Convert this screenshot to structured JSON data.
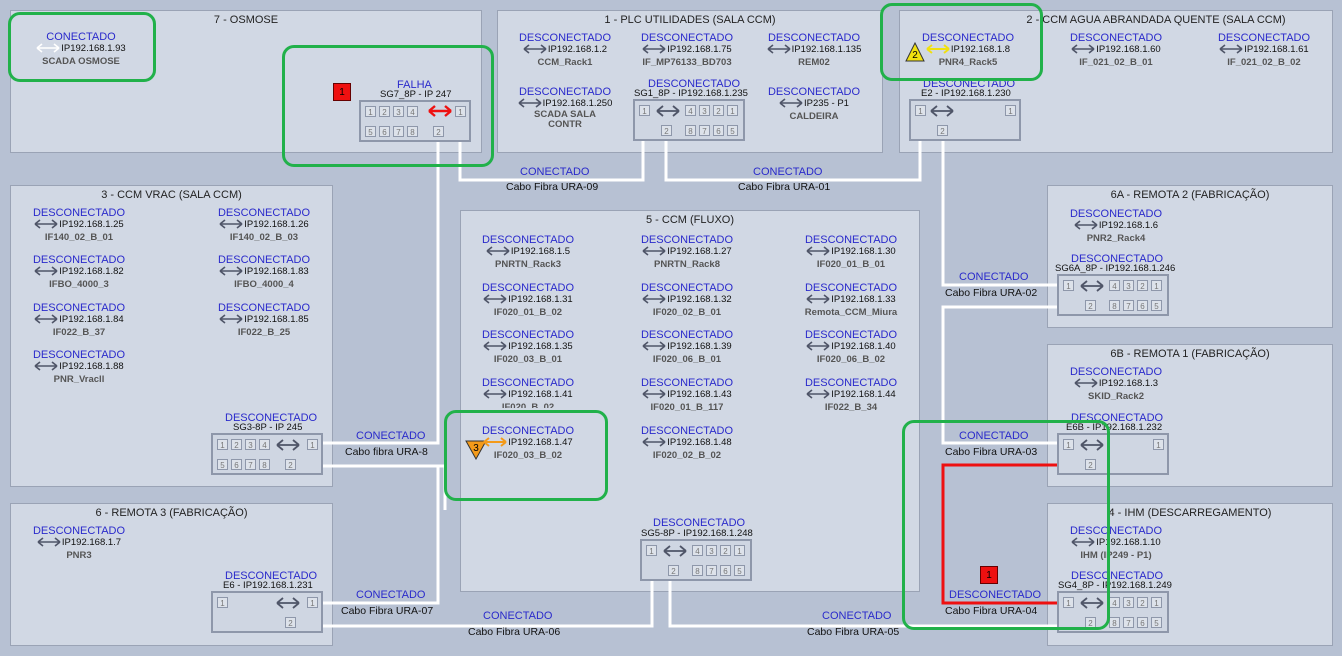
{
  "panels": {
    "osmose": "7 - OSMOSE",
    "plc": "1 - PLC UTILIDADES (SALA CCM)",
    "ccm_agua": "2 - CCM AGUA ABRANDADA QUENTE (SALA CCM)",
    "vrac": "3 - CCM VRAC (SALA CCM)",
    "fluxo": "5 - CCM (FLUXO)",
    "remota2": "6A - REMOTA 2 (FABRICAÇÃO)",
    "remota1": "6B - REMOTA 1 (FABRICAÇÃO)",
    "remota3": "6 - REMOTA 3 (FABRICAÇÃO)",
    "ihm": "4 - IHM (DESCARREGAMENTO)"
  },
  "status": {
    "on": "CONECTADO",
    "off": "DESCONECTADO",
    "fail": "FALHA"
  },
  "devices": {
    "scada": {
      "ip": "IP192.168.1.93",
      "name": "SCADA OSMOSE"
    },
    "ccm_rack1": {
      "ip": "IP192.168.1.2",
      "name": "CCM_Rack1"
    },
    "if_mp": {
      "ip": "IP192.168.1.75",
      "name": "IF_MP76133_BD703"
    },
    "rem02": {
      "ip": "IP192.168.1.135",
      "name": "REM02"
    },
    "scada_sala": {
      "ip": "IP192.168.1.250",
      "name": "SCADA SALA CONTR"
    },
    "caldeira": {
      "ip": "IP235 - P1",
      "name": "CALDEIRA"
    },
    "pnr4": {
      "ip": "IP192.168.1.8",
      "name": "PNR4_Rack5"
    },
    "if021_01": {
      "ip": "IP192.168.1.60",
      "name": "IF_021_02_B_01"
    },
    "if021_02": {
      "ip": "IP192.168.1.61",
      "name": "IF_021_02_B_02"
    },
    "if140_01": {
      "ip": "IP192.168.1.25",
      "name": "IF140_02_B_01"
    },
    "if140_03": {
      "ip": "IP192.168.1.26",
      "name": "IF140_02_B_03"
    },
    "ifbo3": {
      "ip": "IP192.168.1.82",
      "name": "IFBO_4000_3"
    },
    "ifbo4": {
      "ip": "IP192.168.1.83",
      "name": "IFBO_4000_4"
    },
    "if022_37": {
      "ip": "IP192.168.1.84",
      "name": "IF022_B_37"
    },
    "if022_25": {
      "ip": "IP192.168.1.85",
      "name": "IF022_B_25"
    },
    "pnr_vracll": {
      "ip": "IP192.168.1.88",
      "name": "PNR_Vracll"
    },
    "pnrtn3": {
      "ip": "IP192.168.1.5",
      "name": "PNRTN_Rack3"
    },
    "pnrtn8": {
      "ip": "IP192.168.1.27",
      "name": "PNRTN_Rack8"
    },
    "if020_01_b01": {
      "ip": "IP192.168.1.30",
      "name": "IF020_01_B_01"
    },
    "if020_01_b02": {
      "ip": "IP192.168.1.31",
      "name": "IF020_01_B_02"
    },
    "if020_02_b01": {
      "ip": "IP192.168.1.32",
      "name": "IF020_02_B_01"
    },
    "remota_miura": {
      "ip": "IP192.168.1.33",
      "name": "Remota_CCM_Miura"
    },
    "if020_03_b01": {
      "ip": "IP192.168.1.35",
      "name": "IF020_03_B_01"
    },
    "if020_06_b01": {
      "ip": "IP192.168.1.39",
      "name": "IF020_06_B_01"
    },
    "if020_06_b02": {
      "ip": "IP192.168.1.40",
      "name": "IF020_06_B_02"
    },
    "if020_hidden": {
      "ip": "IP192.168.1.41",
      "name": "IF020_B_02"
    },
    "if020_01_117": {
      "ip": "IP192.168.1.43",
      "name": "IF020_01_B_117"
    },
    "if022_34": {
      "ip": "IP192.168.1.44",
      "name": "IF022_B_34"
    },
    "if020_03_b02": {
      "ip": "IP192.168.1.47",
      "name": "IF020_03_B_02"
    },
    "if020_02_b02": {
      "ip": "IP192.168.1.48",
      "name": "IF020_02_B_02"
    },
    "pnr2": {
      "ip": "IP192.168.1.6",
      "name": "PNR2_Rack4"
    },
    "skid": {
      "ip": "IP192.168.1.3",
      "name": "SKID_Rack2"
    },
    "pnr3": {
      "ip": "IP192.168.1.7",
      "name": "PNR3"
    },
    "ihm": {
      "ip": "IP192.168.1.10",
      "name": "IHM (IP249 - P1)"
    }
  },
  "switches": {
    "sg7": "SG7_8P - IP 247",
    "sg1": "SG1_8P - IP192.168.1.235",
    "e2": "E2 - IP192.168.1.230",
    "sg6a": "SG6A_8P - IP192.168.1.246",
    "e6b": "E6B - IP192.168.1.232",
    "sg3": "SG3-8P - IP 245",
    "sg5": "SG5-8P - IP192.168.1.248",
    "e6": "E6 - IP192.168.1.231",
    "sg4": "SG4_8P - IP192.168.1.249"
  },
  "cables": {
    "ura09": "Cabo Fibra URA-09",
    "ura01": "Cabo Fibra URA-01",
    "ura02": "Cabo Fibra URA-02",
    "ura03": "Cabo Fibra URA-03",
    "ura08": "Cabo fibra URA-8",
    "ura07": "Cabo Fibra URA-07",
    "ura06": "Cabo Fibra URA-06",
    "ura05": "Cabo Fibra URA-05",
    "ura04": "Cabo Fibra URA-04"
  },
  "alarms": {
    "a1": "1",
    "a2": "2",
    "a3": "3",
    "a4": "1"
  },
  "colors": {
    "connected": "#2a2acb",
    "link": "#ffffff",
    "fault": "#ee1010",
    "highlight": "#21b14a",
    "warn_yellow": "#f0e010",
    "warn_orange": "#f39a1a"
  }
}
